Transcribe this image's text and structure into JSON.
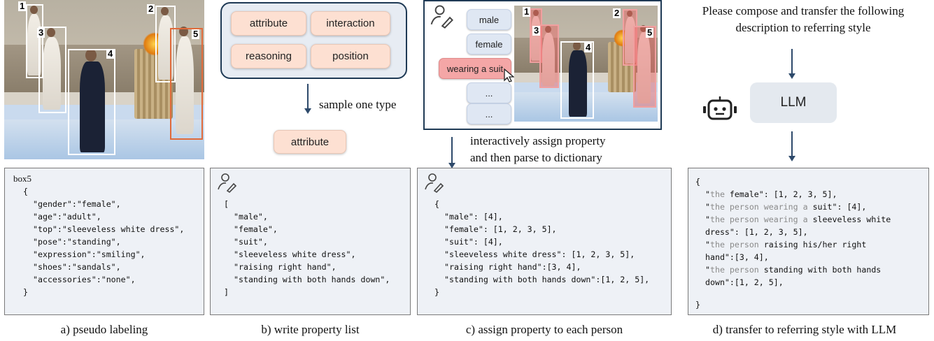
{
  "panel_a": {
    "labels": [
      "1",
      "2",
      "3",
      "4",
      "5"
    ],
    "code_title": "box5",
    "lines": [
      "{",
      "\"gender\":\"female\",",
      "\"age\":\"adult\",",
      "\"top\":\"sleeveless white dress\",",
      "\"pose\":\"standing\",",
      "\"expression\":\"smiling\",",
      "\"shoes\":\"sandals\",",
      "\"accessories\":\"none\",",
      "}"
    ],
    "caption": "a) pseudo labeling"
  },
  "panel_b": {
    "types": [
      "attribute",
      "interaction",
      "reasoning",
      "position"
    ],
    "sample_label": "sample one type",
    "sampled": "attribute",
    "lines": [
      "[",
      "\"male\",",
      "\"female\",",
      "\"suit\",",
      "\"sleeveless white dress\",",
      "\"raising right hand\",",
      "\"standing with both hands down\",",
      "]"
    ],
    "caption": "b) write property list"
  },
  "panel_c": {
    "options": [
      "male",
      "female",
      "wearing a suit",
      "...",
      "..."
    ],
    "labels": [
      "1",
      "2",
      "3",
      "4",
      "5"
    ],
    "arrow_label_1": "interactively assign property",
    "arrow_label_2": "and then parse to dictionary",
    "lines": [
      "{",
      "\"male\": [4],",
      "\"female\": [1, 2, 3, 5],",
      "\"suit\": [4],",
      "\"sleeveless white dress\": [1, 2, 3, 5],",
      "\"raising right hand\":[3, 4],",
      "\"standing with both hands down\":[1, 2, 5],",
      "}"
    ],
    "caption": "c) assign property to each person"
  },
  "panel_d": {
    "instruction_1": "Please compose and transfer the following",
    "instruction_2": "description to referring style",
    "llm": "LLM",
    "code": [
      {
        "text": "{"
      },
      {
        "pre": "\"",
        "grey": "the ",
        "post": "female\": [1, 2, 3, 5],"
      },
      {
        "pre": "\"",
        "grey": "the person wearing a ",
        "post": "suit\": [4],"
      },
      {
        "pre": "\"",
        "grey": "the person wearing a ",
        "post": "sleeveless white"
      },
      {
        "text": "dress\": [1, 2, 3, 5],"
      },
      {
        "pre": "\"",
        "grey": "the person ",
        "post": "raising his/her right"
      },
      {
        "text": "hand\":[3, 4],"
      },
      {
        "pre": "\"",
        "grey": "the person ",
        "post": "standing with both hands"
      },
      {
        "text": "down\":[1, 2, 5],"
      },
      {
        "text": "}"
      }
    ],
    "caption": "d) transfer to referring style with LLM"
  },
  "colors": {
    "arrow": "#2e4a6b",
    "pill": "#fde0d2",
    "option": "#dfe7f3",
    "selected": "#f4a6a6",
    "codebg": "#eef1f6",
    "orange_box": "#e06a3a"
  }
}
